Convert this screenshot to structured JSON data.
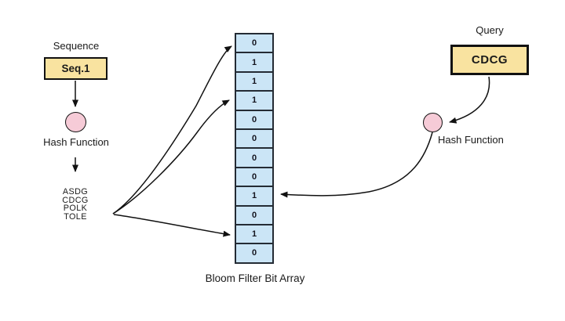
{
  "diagram": {
    "title": "Bloom Filter Bit Array diagram",
    "colors": {
      "yellow": "#F9E3A0",
      "pink": "#F6CBD7",
      "blue": "#CBE5F6",
      "cellborder": "#242b34",
      "ink": "#111111"
    },
    "sequence": {
      "label": "Sequence",
      "box_text": "Seq.1",
      "hash_label": "Hash Function",
      "kmers": [
        "ASDG",
        "CDCG",
        "POLK",
        "TOLE"
      ]
    },
    "bit_array": {
      "label": "Bloom Filter Bit Array",
      "bits": [
        "0",
        "1",
        "1",
        "1",
        "0",
        "0",
        "0",
        "0",
        "1",
        "0",
        "1",
        "0"
      ],
      "arrow_target_indices_from_sequence": [
        0,
        3,
        10
      ],
      "arrow_target_indices_from_query": [
        8
      ]
    },
    "query": {
      "label": "Query",
      "box_text": "CDCG",
      "hash_label": "Hash Function"
    }
  }
}
